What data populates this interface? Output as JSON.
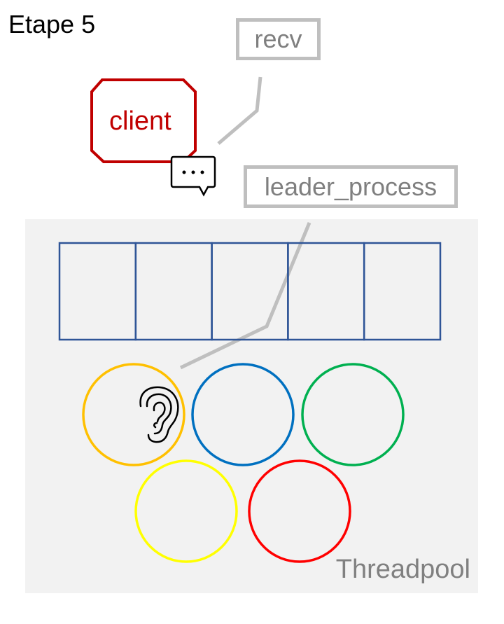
{
  "title": "Etape 5",
  "labels": {
    "recv": "recv",
    "leader": "leader_process",
    "client": "client",
    "pool": "Threadpool"
  },
  "queue": {
    "slots": 5,
    "color": "#2f5597"
  },
  "threads": [
    {
      "name": "thread-orange",
      "color": "#ffc000"
    },
    {
      "name": "thread-blue",
      "color": "#0070c0"
    },
    {
      "name": "thread-green",
      "color": "#00b050"
    },
    {
      "name": "thread-yellow",
      "color": "#ffff00"
    },
    {
      "name": "thread-red",
      "color": "#ff0000"
    }
  ],
  "icons": [
    "chat-bubble-icon",
    "ear-icon"
  ],
  "colors": {
    "client": "#c00000",
    "label_border": "#bfbfbf",
    "label_text": "#7f7f7f",
    "pool_bg": "#f2f2f2"
  }
}
